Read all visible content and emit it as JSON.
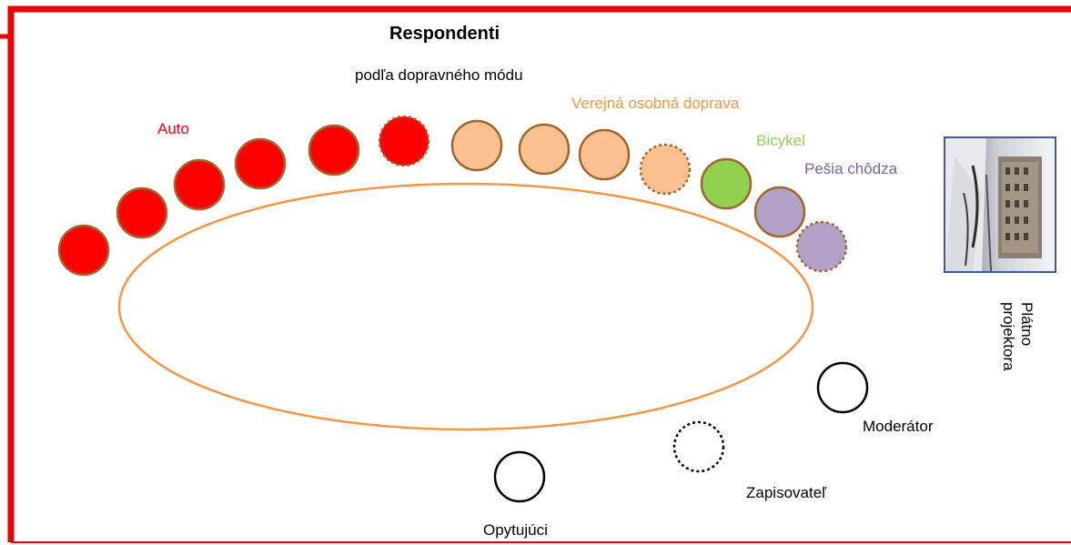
{
  "title": "Respondenti",
  "subtitle": "podľa dopravného módu",
  "groups": {
    "auto": {
      "label": "Auto",
      "color": "#ff0000"
    },
    "public": {
      "label": "Verejná osobná doprava",
      "color": "#f79646"
    },
    "bike": {
      "label": "Bicykel",
      "color": "#92d050"
    },
    "walk": {
      "label": "Pešia chôdza",
      "color": "#8064a2"
    }
  },
  "colors": {
    "frame": "#ee0000",
    "auto_fill": "#ff0000",
    "public_fill": "#fac090",
    "bike_fill": "#92d050",
    "walk_fill": "#b3a2c7",
    "seat_stroke": "#a0672a",
    "table_stroke": "#f79646",
    "photo_border": "#3b5d93"
  },
  "respondent_seats": [
    {
      "group": "auto",
      "dotted": false
    },
    {
      "group": "auto",
      "dotted": false
    },
    {
      "group": "auto",
      "dotted": false
    },
    {
      "group": "auto",
      "dotted": false
    },
    {
      "group": "auto",
      "dotted": false
    },
    {
      "group": "auto",
      "dotted": true
    },
    {
      "group": "public",
      "dotted": false
    },
    {
      "group": "public",
      "dotted": false
    },
    {
      "group": "public",
      "dotted": false
    },
    {
      "group": "public",
      "dotted": true
    },
    {
      "group": "bike",
      "dotted": false
    },
    {
      "group": "walk",
      "dotted": false
    },
    {
      "group": "walk",
      "dotted": true
    }
  ],
  "roles": {
    "moderator": {
      "label": "Moderátor",
      "dotted": false
    },
    "recorder": {
      "label": "Zapisovateľ",
      "dotted": true
    },
    "interviewer": {
      "label": "Opytujúci",
      "dotted": false
    }
  },
  "screen": {
    "label_line1": "Plátno",
    "label_line2": "projektora"
  }
}
